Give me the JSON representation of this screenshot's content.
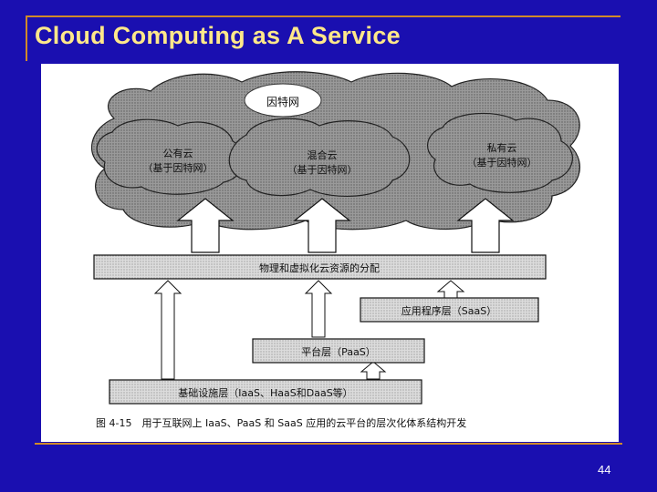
{
  "slide": {
    "title": "Cloud Computing as A Service",
    "page_number": "44"
  },
  "diagram": {
    "internet_label": "因特网",
    "public_cloud": [
      "公有云",
      "（基于因特网）"
    ],
    "hybrid_cloud": [
      "混合云",
      "（基于因特网）"
    ],
    "private_cloud": [
      "私有云",
      "（基于因特网）"
    ],
    "resource_layer": "物理和虚拟化云资源的分配",
    "saas_layer": "应用程序层（SaaS）",
    "paas_layer": "平台层（PaaS）",
    "iaas_layer": "基础设施层（IaaS、HaaS和DaaS等）",
    "caption": "图 4-15　用于互联网上 IaaS、PaaS 和 SaaS 应用的云平台的层次化体系结构开发"
  }
}
